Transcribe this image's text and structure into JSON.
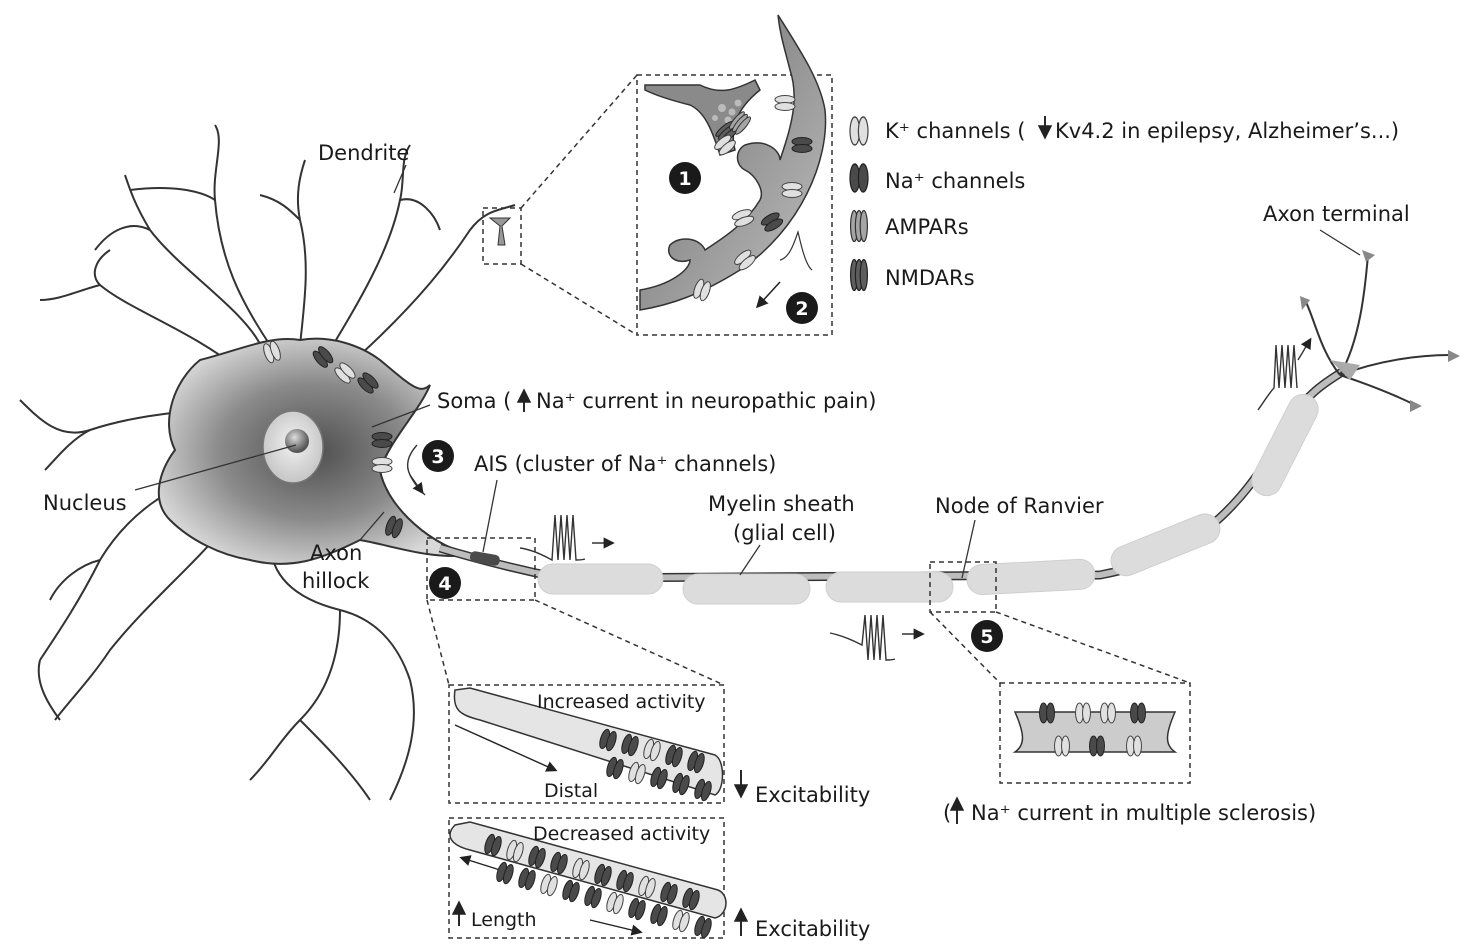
{
  "labels": {
    "dendrite": "Dendrite",
    "nucleus": "Nucleus",
    "soma": "Soma (",
    "soma_rest": "Na⁺ current in neuropathic pain)",
    "axon_hillock_1": "Axon",
    "axon_hillock_2": "hillock",
    "ais": "AIS (cluster of Na⁺ channels)",
    "myelin_1": "Myelin sheath",
    "myelin_2": "(glial cell)",
    "node": "Node of Ranvier",
    "axon_terminal": "Axon terminal",
    "ms": "Na⁺ current in multiple sclerosis)",
    "ms_open": "(",
    "increased": "Increased activity",
    "distal": "Distal",
    "decreased": "Decreased activity",
    "length": "Length",
    "excitability_down": "Excitability",
    "excitability_up": "Excitability"
  },
  "legend": [
    {
      "name": "K⁺ channels (",
      "extra": "Kv4.2 in epilepsy, Alzheimer’s...)",
      "color": "#d2d2d2",
      "icon": "k-channel-icon"
    },
    {
      "name": "Na⁺ channels",
      "extra": "",
      "color": "#4a4a4a",
      "icon": "na-channel-icon"
    },
    {
      "name": "AMPARs",
      "extra": "",
      "color": "#9a9a9a",
      "icon": "ampar-icon"
    },
    {
      "name": "NMDARs",
      "extra": "",
      "color": "#5e5e5e",
      "icon": "nmdar-icon"
    }
  ],
  "markers": [
    "1",
    "2",
    "3",
    "4",
    "5"
  ],
  "colors": {
    "soma_dark": "#6e6e6e",
    "soma_light": "#e6e6e6",
    "myelin": "#dcdcdc",
    "na_channel": "#4a4a4a",
    "k_channel": "#d2d2d2"
  }
}
